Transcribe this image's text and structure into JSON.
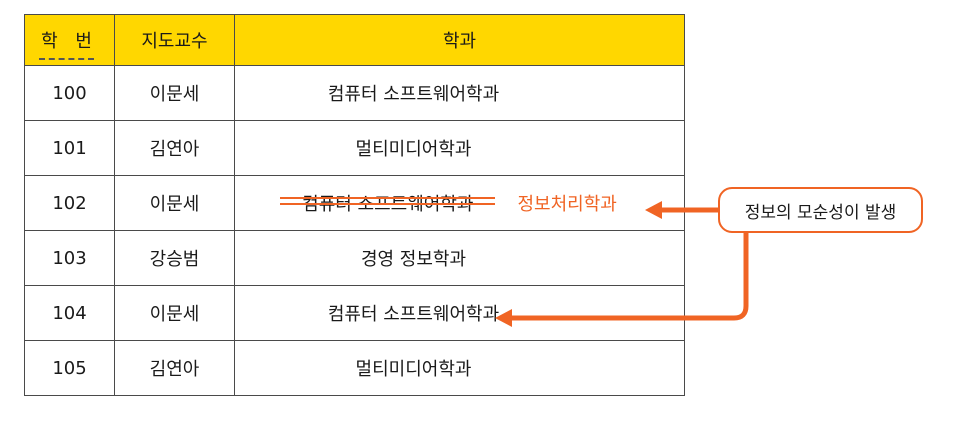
{
  "table": {
    "headers": {
      "student_id": "학 번",
      "advisor": "지도교수",
      "department": "학과"
    },
    "rows": [
      {
        "student_id": "100",
        "advisor": "이문세",
        "department": "컴퓨터 소프트웨어학과"
      },
      {
        "student_id": "101",
        "advisor": "김연아",
        "department": "멀티미디어학과"
      },
      {
        "student_id": "102",
        "advisor": "이문세",
        "department": "컴퓨터 소프트웨어학과",
        "new_department": "정보처리학과"
      },
      {
        "student_id": "103",
        "advisor": "강승범",
        "department": "경영 정보학과"
      },
      {
        "student_id": "104",
        "advisor": "이문세",
        "department": "컴퓨터 소프트웨어학과"
      },
      {
        "student_id": "105",
        "advisor": "김연아",
        "department": "멀티미디어학과"
      }
    ]
  },
  "callout": {
    "text": "정보의 모순성이 발생"
  },
  "colors": {
    "header_bg": "#ffd700",
    "accent": "#f06424",
    "border": "#4a4a4a"
  }
}
